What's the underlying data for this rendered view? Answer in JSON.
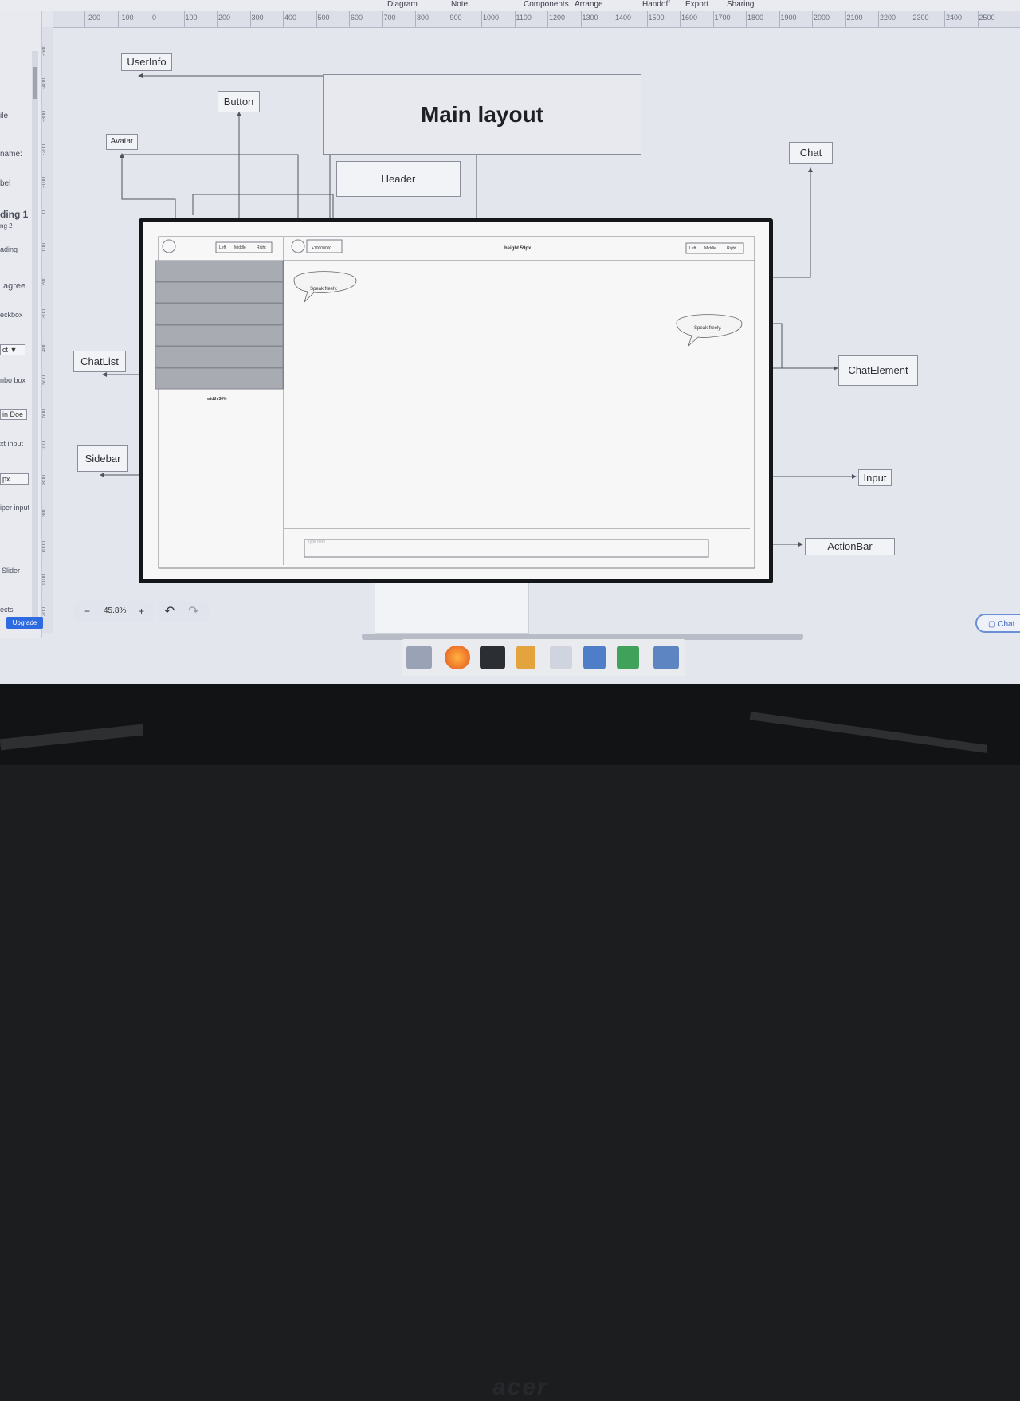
{
  "menu": [
    "Diagram",
    "Note",
    "Components",
    "Arrange",
    "Handoff",
    "Export",
    "Sharing"
  ],
  "ruler_top": [
    "-200",
    "-100",
    "0",
    "100",
    "200",
    "300",
    "400",
    "500",
    "600",
    "700",
    "800",
    "900",
    "1000",
    "1100",
    "1200",
    "1300",
    "1400",
    "1500",
    "1600",
    "1700",
    "1800",
    "1900",
    "2000",
    "2100",
    "2200",
    "2300",
    "2400",
    "2500"
  ],
  "ruler_left": [
    "-500",
    "-400",
    "-300",
    "-200",
    "-100",
    "0",
    "100",
    "200",
    "300",
    "400",
    "500",
    "600",
    "700",
    "800",
    "900",
    "1000",
    "1100",
    "1200"
  ],
  "left_panel": {
    "items": [
      "ile",
      "name:",
      "bel",
      "ding 1",
      "ng 2",
      "ading",
      "agree",
      "eckbox",
      "ct",
      "nbo box",
      "in Doe",
      "xt input",
      "px",
      "iper input",
      "Slider",
      "ects"
    ],
    "upgrade": "Upgrade"
  },
  "labels": {
    "main_layout": "Main layout",
    "userinfo": "UserInfo",
    "button": "Button",
    "avatar": "Avatar",
    "header": "Header",
    "chat": "Chat",
    "chatlist": "ChatList",
    "chatelement": "ChatElement",
    "sidebar": "Sidebar",
    "input": "Input",
    "actionbar": "ActionBar"
  },
  "wireframe": {
    "segments_left": [
      "Left",
      "Middle",
      "Right"
    ],
    "segments_right": [
      "Left",
      "Middle",
      "Right"
    ],
    "phone": "+70000000",
    "header_note": "height 59px",
    "sidebar_note": "width 30%",
    "bubble1": "Speak freely.",
    "bubble2": "Speak freely.",
    "input_placeholder": "Type here"
  },
  "zoom": {
    "minus": "−",
    "value": "45.8%",
    "plus": "+"
  },
  "chat_button": "Chat",
  "brand": "acer"
}
